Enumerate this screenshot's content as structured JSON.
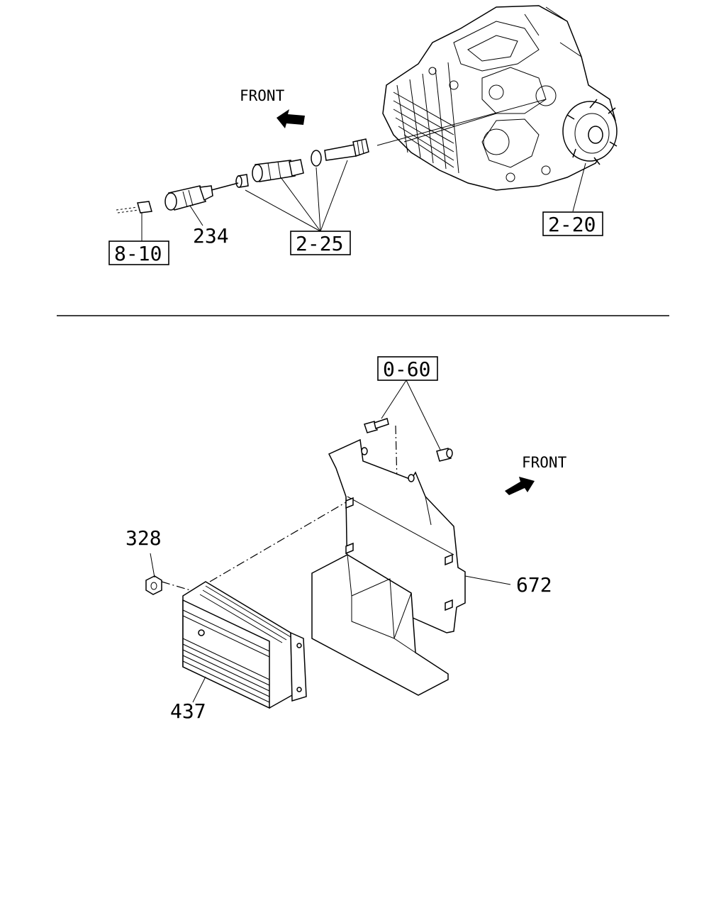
{
  "top_section": {
    "front_label": "FRONT",
    "callouts": {
      "ref_8_10": "8-10",
      "part_234": "234",
      "ref_2_25": "2-25",
      "ref_2_20": "2-20"
    }
  },
  "bottom_section": {
    "front_label": "FRONT",
    "callouts": {
      "ref_0_60": "0-60",
      "part_328": "328",
      "part_672": "672",
      "part_437": "437"
    }
  }
}
